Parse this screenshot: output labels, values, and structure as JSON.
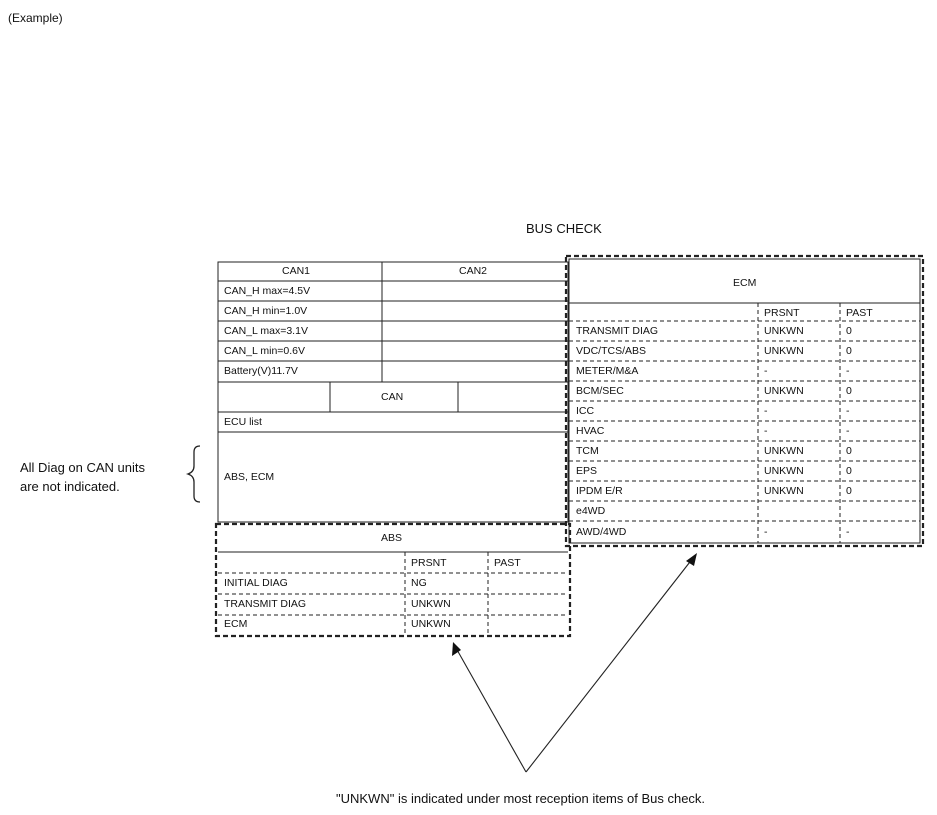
{
  "example_label": "(Example)",
  "title": "BUS CHECK",
  "left_note": [
    "All Diag on CAN units",
    "are not indicated."
  ],
  "bottom_note": "\"UNKWN\" is indicated under most reception items of Bus check.",
  "can_panel": {
    "col1": "CAN1",
    "col2": "CAN2",
    "rows": [
      "CAN_H max=4.5V",
      "CAN_H min=1.0V",
      "CAN_L max=3.1V",
      "CAN_L min=0.6V",
      "Battery(V)11.7V"
    ],
    "can_label": "CAN",
    "ecu_list_label": "ECU list",
    "ecu_list_value": "ABS, ECM"
  },
  "abs_panel": {
    "title": "ABS",
    "col_present": "PRSNT",
    "col_past": "PAST",
    "rows": [
      {
        "name": "INITIAL DIAG",
        "present": "NG",
        "past": ""
      },
      {
        "name": "TRANSMIT DIAG",
        "present": "UNKWN",
        "past": ""
      },
      {
        "name": "ECM",
        "present": "UNKWN",
        "past": ""
      }
    ]
  },
  "ecm_panel": {
    "title": "ECM",
    "col_present": "PRSNT",
    "col_past": "PAST",
    "rows": [
      {
        "name": "TRANSMIT DIAG",
        "present": "UNKWN",
        "past": "0"
      },
      {
        "name": "VDC/TCS/ABS",
        "present": "UNKWN",
        "past": "0"
      },
      {
        "name": "METER/M&A",
        "present": "-",
        "past": "-"
      },
      {
        "name": "BCM/SEC",
        "present": "UNKWN",
        "past": "0"
      },
      {
        "name": "ICC",
        "present": "-",
        "past": "-"
      },
      {
        "name": "HVAC",
        "present": "-",
        "past": "-"
      },
      {
        "name": "TCM",
        "present": "UNKWN",
        "past": "0"
      },
      {
        "name": "EPS",
        "present": "UNKWN",
        "past": "0"
      },
      {
        "name": "IPDM E/R",
        "present": "UNKWN",
        "past": "0"
      },
      {
        "name": "e4WD",
        "present": "",
        "past": ""
      },
      {
        "name": "AWD/4WD",
        "present": "-",
        "past": "-"
      }
    ]
  }
}
